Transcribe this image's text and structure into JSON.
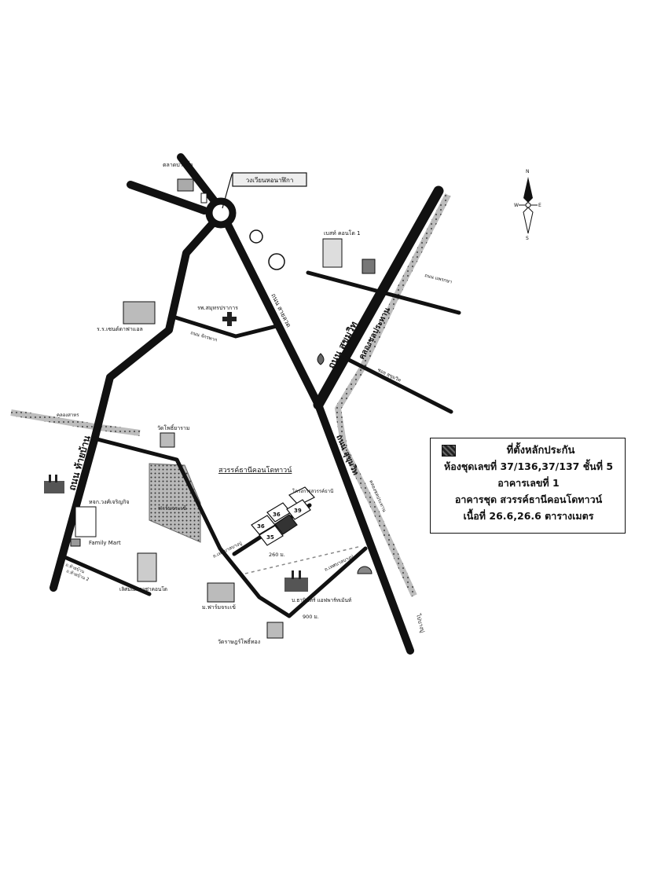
{
  "labels": {
    "market": "ตลาดปากน้ำ",
    "circle": "วงเวียนหอนาฬิกา",
    "best_condo": "เบสท์ คอนโด 1",
    "road_phraya": "ถนน แพรกษา",
    "hospital": "รพ.สมุทรปราการ",
    "school": "ร.ร.เซนต์ดาฟาแอล",
    "road_chakra": "ถนน จักรพาก",
    "road_sai_luad": "ถนน สายลวด",
    "road_sukhumvit": "ถนน สุขุมวิท",
    "road_khlong": "คลองชลประทาน",
    "soi_sukhumvit": "ซอย สุขุมวิท",
    "canal_left": "คลองสาหร",
    "wat_pho": "วัดโพธิ์ยาราม",
    "project": "สวรรค์ธานีคอนโดทาวน์",
    "road_thai_ban": "ถนน ท้ายบ้าน",
    "wongcharoen": "หจก.วงศ์เจริญกิจ",
    "family_mart": "Family Mart",
    "park": "ฟาร์มจระเข้",
    "lewis": "เลิศมณีพลาซ่าคอนโด",
    "phra_road": "ถ.เทศบาลบางปู",
    "farm_village": "ม.ฟาร์มจระเข้",
    "dist_260": "260 ม.",
    "dist_900": "900 ม.",
    "thanin": "บ.ธานินทร์ แอฟพาร์ทเม้นท์",
    "wat_rat": "วัดราษฎร์โพธิ์ทอง",
    "road_right": "ถ.เทศบาลบางปู",
    "bang_pu": "ไปบางปู",
    "top_right_block": "โครงการสวรรค์ธานี",
    "soi_left": "ถ.ท้ายบ้าน",
    "soi_below": "ถ.ท้ายบ้าน 2",
    "unit_36a": "36",
    "unit_36b": "36",
    "unit_39": "39",
    "unit_35": "35",
    "compass_n": "N",
    "compass_e": "E",
    "compass_w": "W",
    "compass_s": "S"
  },
  "legend": {
    "title": "ที่ตั้งหลักประกัน",
    "line1": "ห้องชุดเลขที่ 37/136,37/137 ชั้นที่ 5",
    "line2": "อาคารเลขที่ 1",
    "line3": "อาคารชุด สวรรค์ธานีคอนโดทาวน์",
    "line4": "เนื้อที่ 26.6,26.6 ตารางเมตร"
  },
  "icons": {
    "building": "building-icon",
    "house": "house-icon",
    "factory": "factory-icon",
    "hospital": "red-cross-icon",
    "compass": "compass-icon"
  }
}
